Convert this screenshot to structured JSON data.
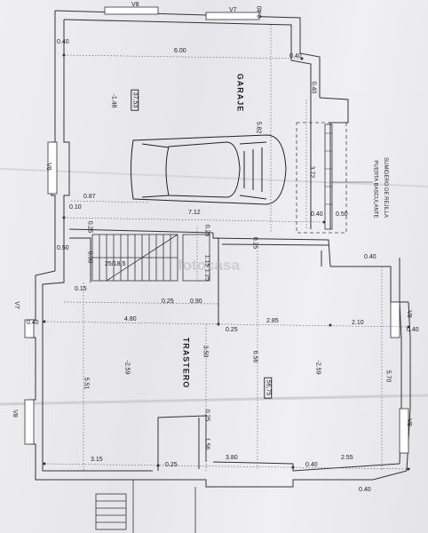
{
  "rooms": {
    "garaje": {
      "name": "GARAJE",
      "area": "37,53",
      "level": "-1.48"
    },
    "trastero": {
      "name": "TRASTERO",
      "area": "56,75",
      "level_left": "-2.59",
      "level_right": "-2.59"
    }
  },
  "notes": {
    "door": "PUERTA BASCULANTE",
    "door2": "SUMIDERO DE REJILLA",
    "stairs": "25/18,5",
    "watermark": "fotocasa"
  },
  "windows": [
    "V8",
    "V7",
    "V8",
    "V7",
    "V8",
    "V8",
    "V8"
  ],
  "dimensions": {
    "d040a": "0.40",
    "d600": "6.00",
    "d040b": "0.40",
    "d040c": "0.40",
    "d582": "5.82",
    "d372": "3.72",
    "d040d": "0.40",
    "d050": "0.50",
    "d087": "0.87",
    "d010": "0.10",
    "d712": "7.12",
    "d040e": "0.40",
    "d050b": "0.50",
    "d025a": "0.25",
    "d090": "0.90",
    "d025b": "0.25",
    "d115": "1.15",
    "d025c": "0.25",
    "d656": "6.56",
    "d040f": "0.40",
    "d015": "0.15",
    "d125": "1.25",
    "d025d": "0.25",
    "d090b": "0.90",
    "d040g": "0.40",
    "d480": "4.80",
    "d025e": "0.25",
    "d285": "2.85",
    "d210": "2.10",
    "d040h": "0.40",
    "d350": "3.50",
    "d551": "5.51",
    "d570": "5.70",
    "d025f": "0.25",
    "d156": "1.56",
    "d315": "3.15",
    "d025g": "0.25",
    "d380": "3.80",
    "d255": "2.55",
    "d040i": "0.40",
    "d040j": "0.40"
  }
}
